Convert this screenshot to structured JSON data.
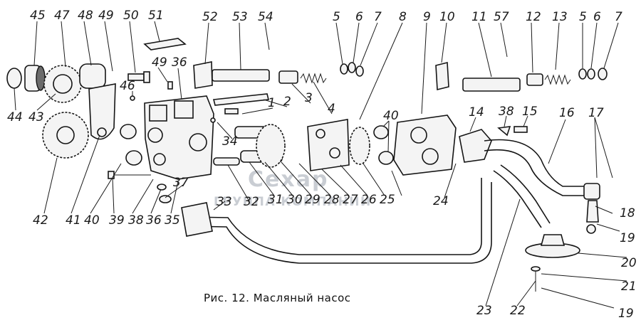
{
  "caption": "Рис. 12. Масляный насос",
  "watermark": {
    "main": "Сехар",
    "sub": "ГРУППА КОМПАНИИ"
  },
  "callouts": [
    "45",
    "47",
    "48",
    "49",
    "50",
    "51",
    "52",
    "53",
    "54",
    "5",
    "6",
    "7",
    "8",
    "9",
    "10",
    "11",
    "57",
    "12",
    "13",
    "5",
    "6",
    "7",
    "46",
    "49",
    "36",
    "1",
    "2",
    "3",
    "4",
    "40",
    "14",
    "38",
    "15",
    "16",
    "17",
    "44",
    "43",
    "42",
    "41",
    "40",
    "39",
    "38",
    "36",
    "35",
    "37",
    "34",
    "33",
    "32",
    "31",
    "30",
    "29",
    "28",
    "27",
    "26",
    "25",
    "24",
    "18",
    "19",
    "20",
    "21",
    "23",
    "22",
    "19"
  ]
}
